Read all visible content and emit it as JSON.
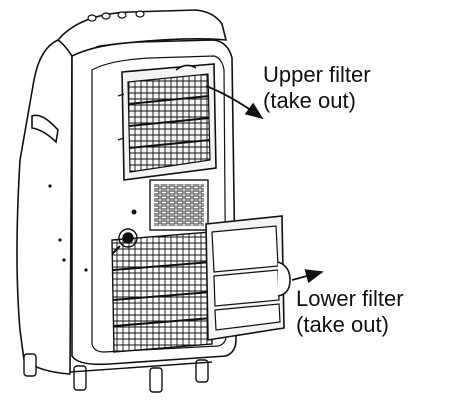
{
  "labels": {
    "upper_filter": {
      "line1": "Upper filter",
      "line2": "(take out)"
    },
    "lower_filter": {
      "line1": "Lower filter",
      "line2": "(take out)"
    }
  },
  "colors": {
    "ink": "#111111",
    "background": "#ffffff",
    "panel_fill": "#f4f4f4"
  },
  "icons": [
    "air-conditioner-unit",
    "upper-filter-panel",
    "lower-filter-panel",
    "removal-arrow",
    "control-knob",
    "carry-handle",
    "caster-wheel"
  ]
}
